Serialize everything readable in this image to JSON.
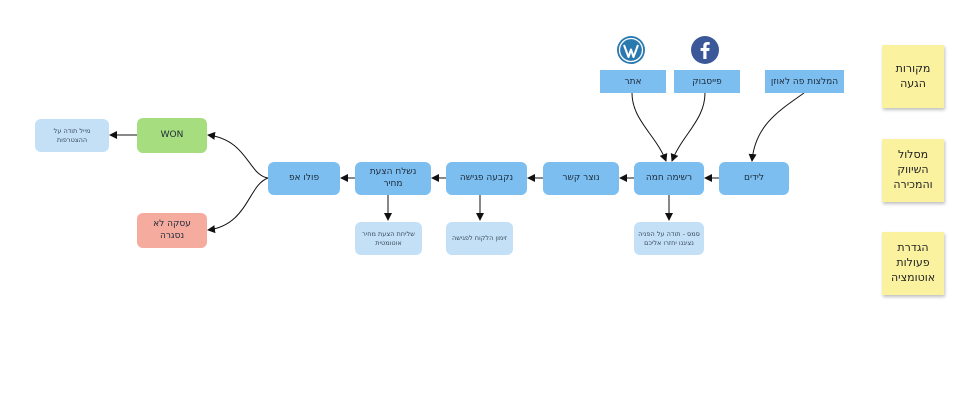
{
  "sources": {
    "word_of_mouth": "המלצות פה לאוזן",
    "facebook": "פייסבוק",
    "site": "אתר"
  },
  "icons": {
    "site": "wordpress-icon",
    "facebook": "facebook-icon"
  },
  "flow": {
    "leads": "לידים",
    "hot_list": "רשימה חמה",
    "contact_made": "נוצר קשר",
    "meeting_set": "נקבעה פגישה",
    "quote_sent": "נשלח הצעת מחיר",
    "follow_up": "פולו אפ",
    "won": "WON",
    "lost": "עסקה לא נסגרה"
  },
  "automations": {
    "sms": "סמס - תודה על הפניה נציגנו יחזרו אליכם",
    "meeting_invite": "זימון הלקוח לפגישה",
    "quote_auto": "שליחת הצעת מחיר אוטומטית",
    "thanks_mail": "מייל תודה על ההצטרפות"
  },
  "notes": {
    "sources": "מקורות הגעה",
    "funnel": "מסלול השיווק והמכירה",
    "automation": "הגדרת פעולות אוטומציה"
  },
  "colors": {
    "main": "#7cbef0",
    "sub": "#c3e0f7",
    "won": "#a6dd7e",
    "lost": "#f6ab9f",
    "sticky": "#fbf2a0",
    "facebook": "#3b5998",
    "wordpress": "#2a7ab0"
  }
}
